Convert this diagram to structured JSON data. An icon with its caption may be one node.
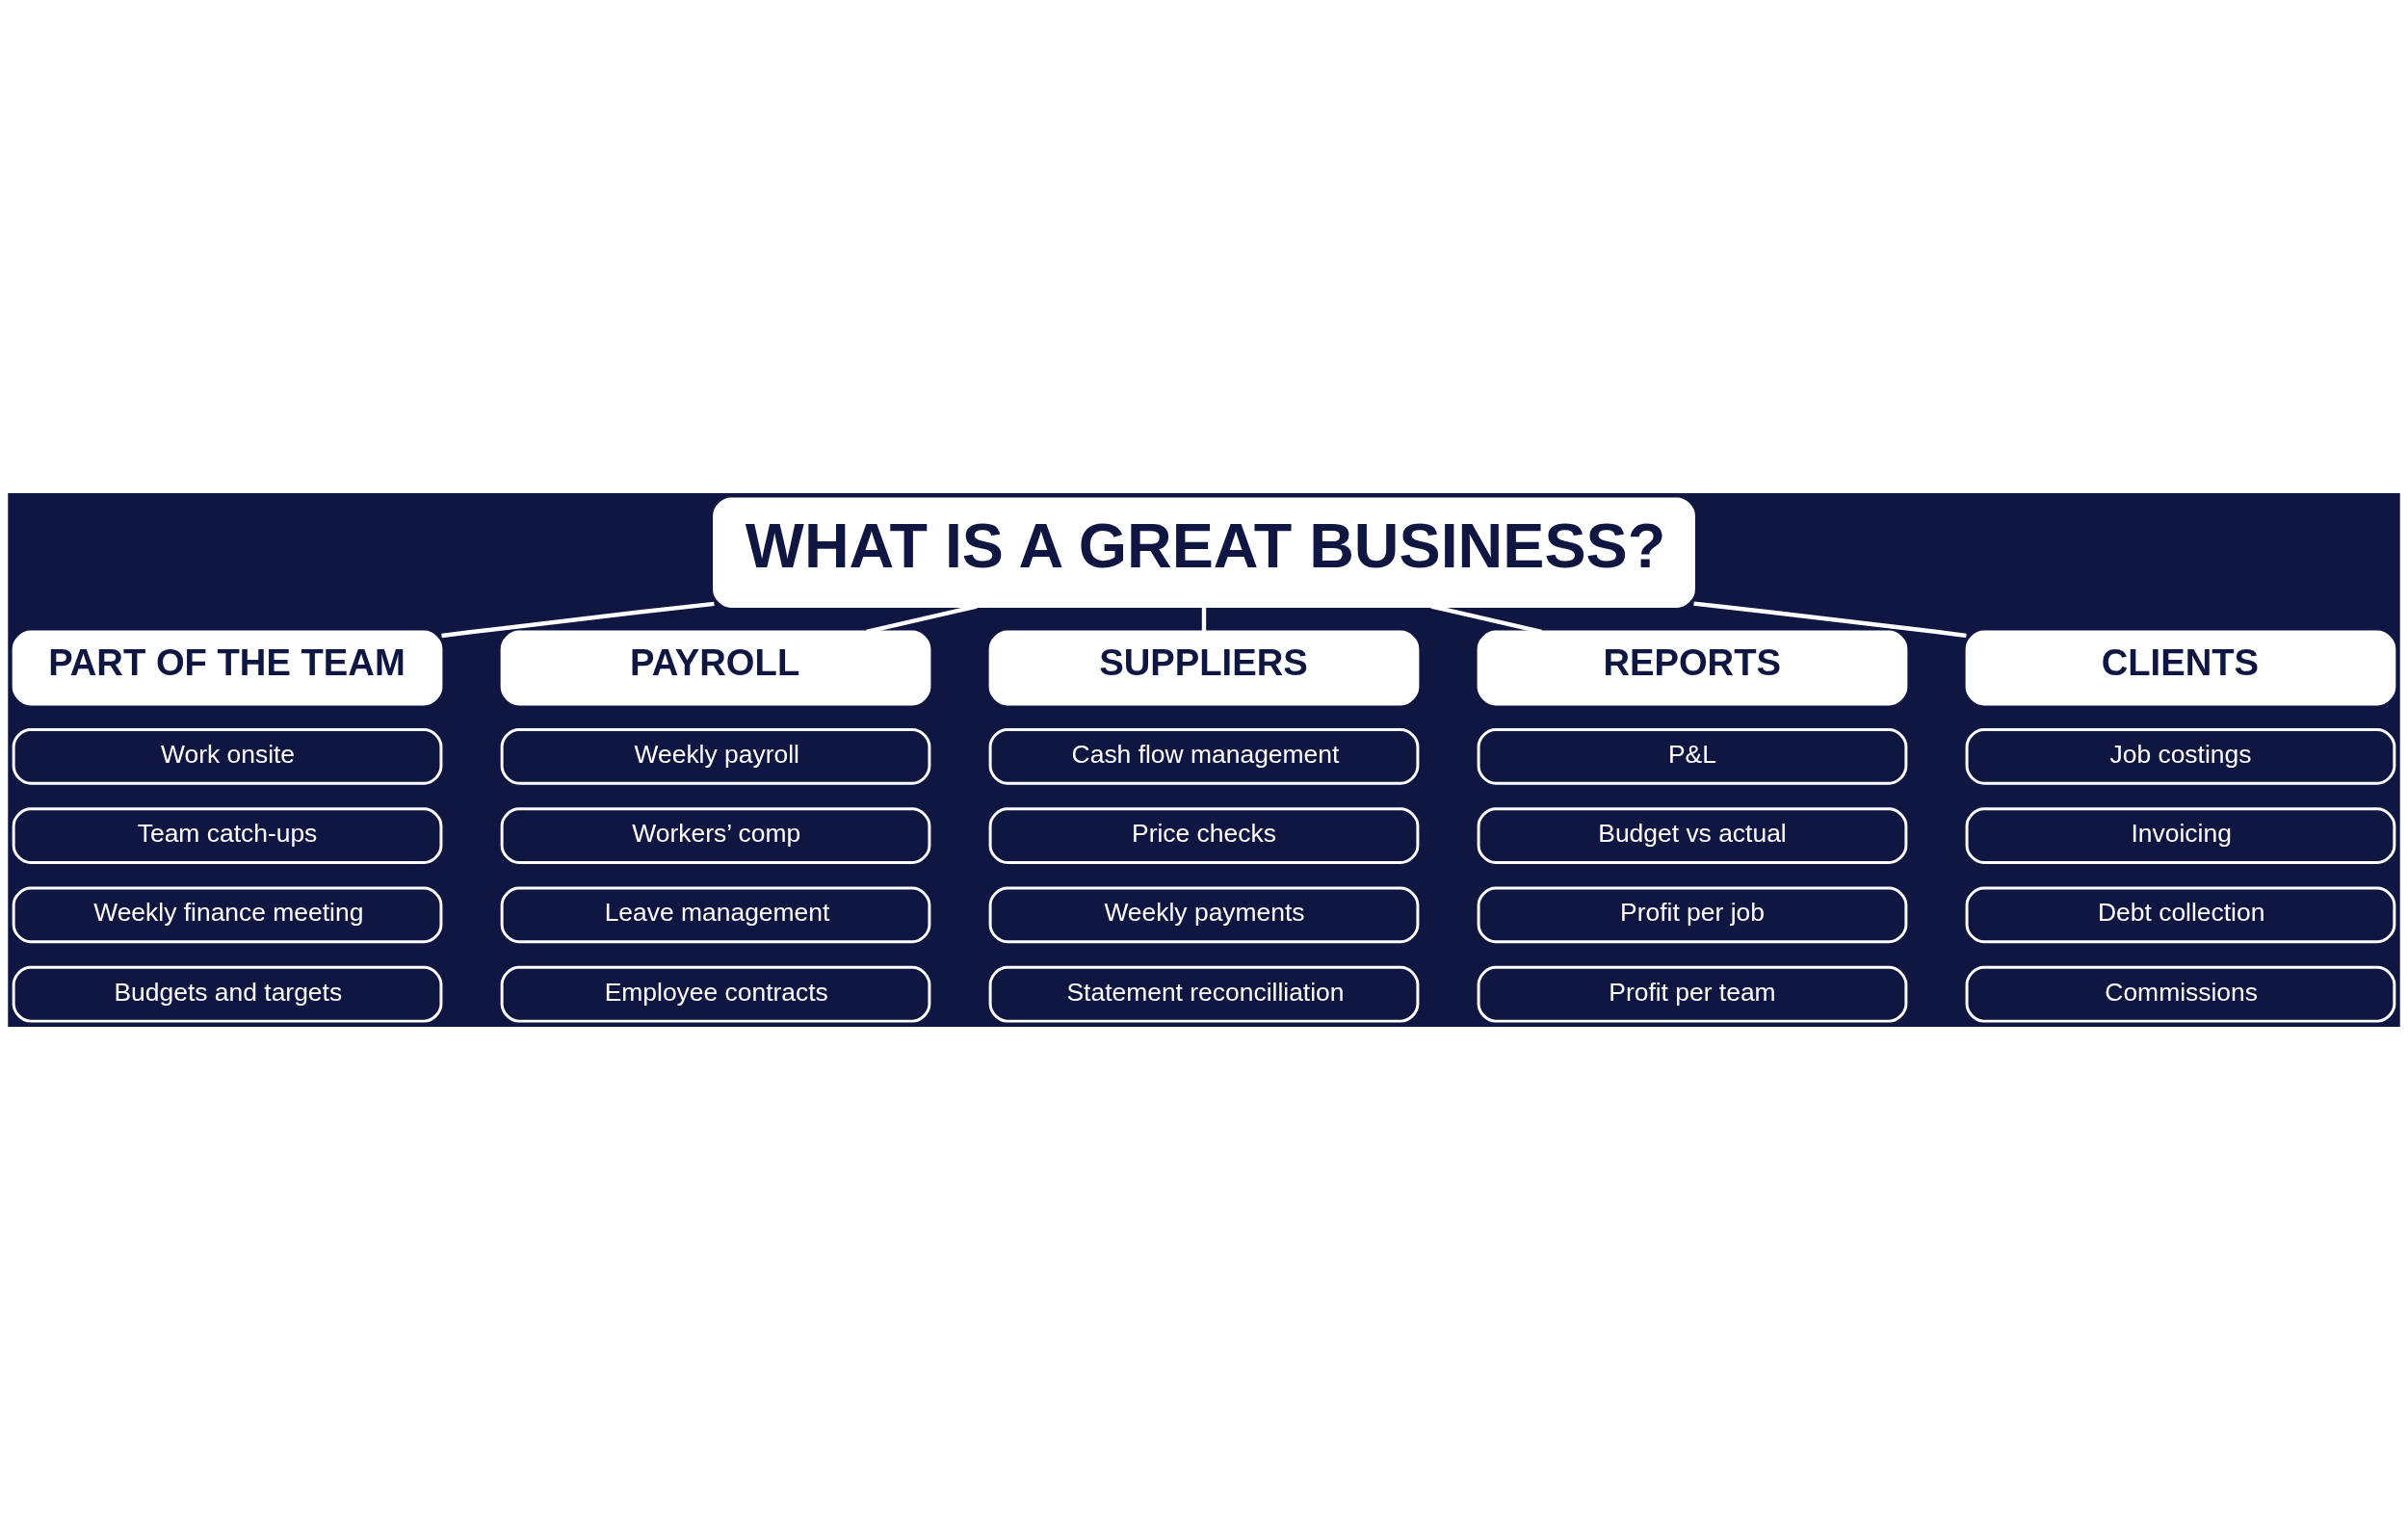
{
  "diagram": {
    "nodes": [
      {
        "text": [
          "PART OF THE TEAM"
        ]
      },
      {
        "text": [
          "Work onsite"
        ]
      },
      {
        "text": [
          "Team catch-ups"
        ]
      },
      {
        "text": [
          "Weekly finance meeting"
        ]
      },
      {
        "text": [
          "Budgets and targets"
        ]
      },
      {
        "text": [
          "PAYROLL"
        ]
      },
      {
        "text": [
          "Weekly payroll"
        ]
      },
      {
        "text": [
          "Workers’ comp"
        ]
      },
      {
        "text": [
          "Leave management"
        ]
      },
      {
        "text": [
          "Employee contracts"
        ]
      },
      {
        "text": [
          "WHAT IS A GREAT BUSINESS?"
        ]
      },
      {
        "text": [
          "SUPPLIERS"
        ]
      },
      {
        "text": [
          "Cash flow management"
        ]
      },
      {
        "text": [
          "Price checks"
        ]
      },
      {
        "text": [
          "Weekly payments"
        ]
      },
      {
        "text": [
          "Statement reconcilliation"
        ]
      },
      {
        "text": [
          "REPORTS"
        ]
      },
      {
        "text": [
          "P&L"
        ]
      },
      {
        "text": [
          "Budget vs actual"
        ]
      },
      {
        "text": [
          "Profit per job"
        ]
      },
      {
        "text": [
          "Profit per team"
        ]
      },
      {
        "text": [
          "CLIENTS"
        ]
      },
      {
        "text": [
          "Job costings"
        ]
      },
      {
        "text": [
          "Invoicing"
        ]
      },
      {
        "text": [
          "Debt collection"
        ]
      },
      {
        "text": [
          "Commissions"
        ]
      }
    ],
    "edges": [
      {
        "from": 10,
        "to": 0,
        "arrow": "none"
      },
      {
        "from": 10,
        "to": 5,
        "arrow": "none"
      },
      {
        "from": 10,
        "to": 11,
        "arrow": "none"
      },
      {
        "from": 10,
        "to": 16,
        "arrow": "none"
      },
      {
        "from": 10,
        "to": 21,
        "arrow": "none"
      }
    ]
  }
}
